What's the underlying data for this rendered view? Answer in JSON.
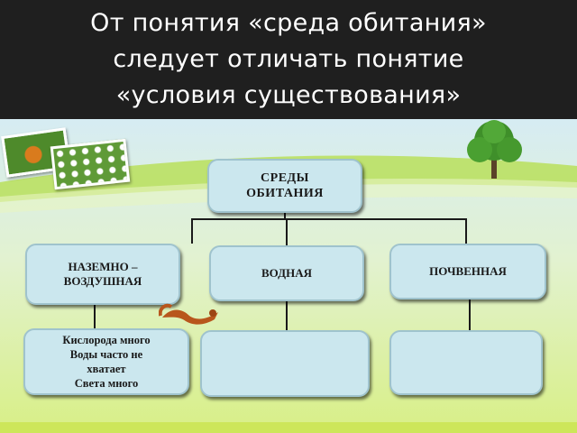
{
  "slide": {
    "title": "От понятия «среда обитания»\nследует отличать понятие\n«условия существования»"
  },
  "diagram": {
    "root": "СРЕДЫ\nОБИТАНИЯ",
    "children": [
      "НАЗЕМНО –\nВОЗДУШНАЯ",
      "ВОДНАЯ",
      "ПОЧВЕННАЯ"
    ],
    "details": [
      "Кислорода много\nВоды часто не\nхватает\nСвета много",
      "",
      ""
    ]
  },
  "colors": {
    "title_bg": "#1f1f1f",
    "box_fill": "#cbe7ee",
    "box_border": "#9fc3cd"
  },
  "icons": [
    "butterfly-photo",
    "daisies-photo",
    "tree-illustration",
    "squirrel-illustration"
  ]
}
